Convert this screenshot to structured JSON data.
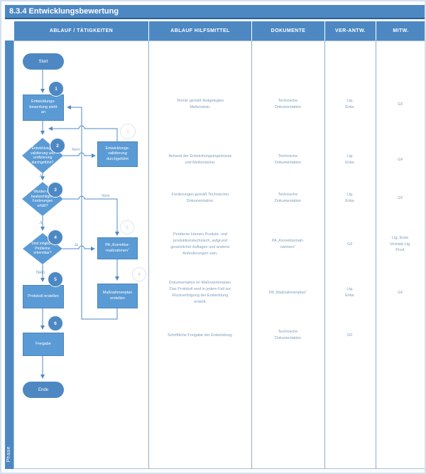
{
  "title": "8.3.4 Entwicklungsbewertung",
  "phase_label": "Phase",
  "columns": [
    "ABLAUF / TÄTIGKEITEN",
    "ABLAUF HILFSMITTEL",
    "DOKUMENTE",
    "VER-ANTW.",
    "MITW."
  ],
  "colors": {
    "header_blue": "#4d88c3",
    "shape_blue": "#5b9bd5",
    "dark_border": "#2b5f92",
    "muted_text": "#7d9cbd"
  },
  "flow": {
    "ja": "Ja",
    "nein": "Nein",
    "start_label": "Start",
    "end_label": "Ende",
    "nodes": {
      "step1": {
        "badge": "1",
        "label": "Entwicklungs-\nbewertung steht\nan"
      },
      "step2": {
        "badge": "2",
        "label": "Entwicklungs-\nvalidierung und\nverifizierung\ndurchgeführt?"
      },
      "validierung_box": {
        "badge": "1",
        "label": "Entwicklungs-\nvalidierung\ndurchgeführt"
      },
      "step3": {
        "badge": "3",
        "label": "Wurden die\nbeabsichtigten\nForderungen\nerfüllt?"
      },
      "step4": {
        "badge": "4",
        "label": "Sind mögliche\nProbleme\nerkennbar?"
      },
      "pa_box": {
        "badge": "5",
        "label": "PA „Korrektur-\nmaßnahmen“"
      },
      "step5": {
        "badge": "5",
        "label": "Protokoll erstellen"
      },
      "massnahmenplan_box": {
        "badge": "6",
        "label": "Maßnahmenplan\nerstellen"
      },
      "step6": {
        "badge": "6",
        "label": "Freigabe"
      }
    }
  },
  "rows": [
    {
      "hilfsmittel": "Termin gemäß festgelegten\nMeilenstein.",
      "dokumente": "Technische\nDokumentation",
      "verantw": "Ltg.\nEntw.",
      "mitw": "GF"
    },
    {
      "hilfsmittel": "Anhand der Entwicklungsergebnisse\nund Meilensteine.",
      "dokumente": "Technische\nDokumentation",
      "verantw": "Ltg.\nEntw.",
      "mitw": "GF"
    },
    {
      "hilfsmittel": "Forderungen gemäß Technischer\nDokumentation.",
      "dokumente": "Technische\nDokumentation",
      "verantw": "Ltg.\nEntw.",
      "mitw": "GF"
    },
    {
      "hilfsmittel": "Probleme können Produkt- und\nproduktionstechnisch, aufgrund\ngesetzlicher Auflagen und anderer\nAnforderungen sein.",
      "dokumente": "PA „Korrekturmaß-\nnahmen“",
      "verantw": "GF",
      "mitw": "Ltg. Entw.\nVertrieb Ltg.\nProd."
    },
    {
      "hilfsmittel": "Dokumentation im Maßnahmenplan.\nDas Protokoll wird in jedem Fall zur\nRückverfolgung der Entwicklung\nerstellt.",
      "dokumente": "FB „Maßnahmenplan“",
      "verantw": "Ltg.\nEntw.",
      "mitw": "GF"
    },
    {
      "hilfsmittel": "Schriftliche Freigabe der Entwicklung.",
      "dokumente": "Technische\nDokumentation",
      "verantw": "GF",
      "mitw": ""
    }
  ]
}
